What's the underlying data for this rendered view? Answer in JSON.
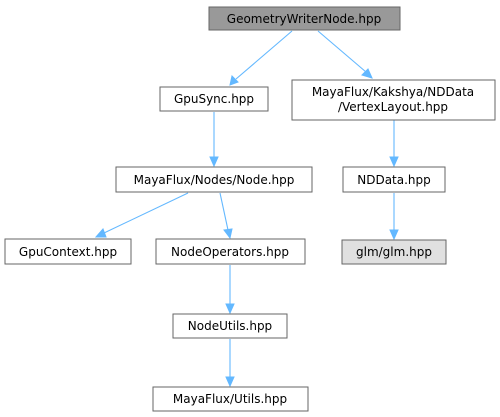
{
  "graph": {
    "nodes": {
      "geometry_writer_node": {
        "label": "GeometryWriterNode.hpp",
        "style": "root"
      },
      "gpu_sync": {
        "label": "GpuSync.hpp",
        "style": "normal"
      },
      "vertex_layout": {
        "label_line_1": "MayaFlux/Kakshya/NDData",
        "label_line_2": "/VertexLayout.hpp",
        "style": "normal"
      },
      "node": {
        "label": "MayaFlux/Nodes/Node.hpp",
        "style": "normal"
      },
      "nddata": {
        "label": "NDData.hpp",
        "style": "normal"
      },
      "gpu_context": {
        "label": "GpuContext.hpp",
        "style": "normal"
      },
      "node_operators": {
        "label": "NodeOperators.hpp",
        "style": "normal"
      },
      "glm": {
        "label": "glm/glm.hpp",
        "style": "external"
      },
      "node_utils": {
        "label": "NodeUtils.hpp",
        "style": "normal"
      },
      "utils": {
        "label": "MayaFlux/Utils.hpp",
        "style": "normal"
      }
    },
    "edges": [
      {
        "from": "geometry_writer_node",
        "to": "gpu_sync"
      },
      {
        "from": "geometry_writer_node",
        "to": "vertex_layout"
      },
      {
        "from": "gpu_sync",
        "to": "node"
      },
      {
        "from": "vertex_layout",
        "to": "nddata"
      },
      {
        "from": "node",
        "to": "gpu_context"
      },
      {
        "from": "node",
        "to": "node_operators"
      },
      {
        "from": "nddata",
        "to": "glm"
      },
      {
        "from": "node_operators",
        "to": "node_utils"
      },
      {
        "from": "node_utils",
        "to": "utils"
      }
    ],
    "colors": {
      "edge": "#63b8ff",
      "root_fill": "#999999",
      "external_fill": "#e0e0e0",
      "node_fill": "#ffffff",
      "border": "#666666"
    }
  }
}
